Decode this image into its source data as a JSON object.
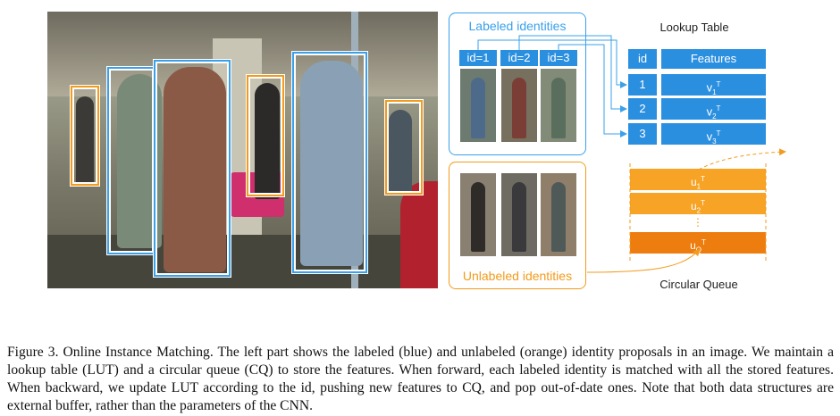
{
  "figure": {
    "labeled_panel_title": "Labeled identities",
    "unlabeled_panel_title": "Unlabeled identities",
    "id_tags": [
      "id=1",
      "id=2",
      "id=3"
    ],
    "lookup_table": {
      "title": "Lookup Table",
      "header": {
        "id": "id",
        "features": "Features"
      },
      "rows": [
        {
          "id": "1",
          "feat": "v",
          "sub": "1",
          "sup": "T"
        },
        {
          "id": "2",
          "feat": "v",
          "sub": "2",
          "sup": "T"
        },
        {
          "id": "3",
          "feat": "v",
          "sub": "3",
          "sup": "T"
        }
      ]
    },
    "circular_queue": {
      "title": "Circular Queue",
      "rows": [
        {
          "feat": "u",
          "sub": "1",
          "sup": "T"
        },
        {
          "feat": "u",
          "sub": "2",
          "sup": "T"
        },
        {
          "feat": "u",
          "sub": "Q",
          "sup": "T"
        }
      ],
      "ellipsis": "⋮"
    },
    "colors": {
      "labeled": "#3aa0ea",
      "unlabeled": "#f29b1c",
      "table_fill": "#2b8fe0",
      "queue_light": "#f7a325",
      "queue_dark": "#ee7d0f"
    }
  },
  "caption": "Figure 3. Online Instance Matching. The left part shows the labeled (blue) and unlabeled (orange) identity proposals in an image. We maintain a lookup table (LUT) and a circular queue (CQ) to store the features. When forward, each labeled identity is matched with all the stored features. When backward, we update LUT according to the id, pushing new features to CQ, and pop out-of-date ones. Note that both data structures are external buffer, rather than the parameters of the CNN."
}
